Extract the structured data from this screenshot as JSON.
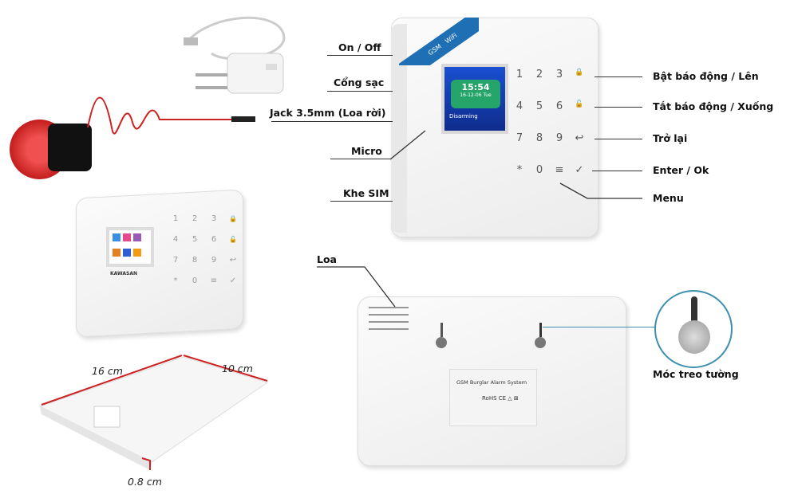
{
  "front_labels_left": {
    "on_off": "On / Off",
    "charging_port": "Cổng sạc",
    "jack": "Jack 3.5mm (Loa rời)",
    "micro": "Micro",
    "sim_slot": "Khe SIM"
  },
  "front_labels_right": {
    "arm": "Bật báo động / Lên",
    "disarm": "Tắt báo động / Xuống",
    "back": "Trở lại",
    "enter": "Enter / Ok",
    "menu": "Menu"
  },
  "screen": {
    "time": "15:54",
    "date": "16-12-06  Tue",
    "status": "Disarming"
  },
  "banner": {
    "gsm": "GSM",
    "wifi": "WiFi"
  },
  "keypad": [
    "1",
    "2",
    "3",
    "🔒",
    "4",
    "5",
    "6",
    "🔓",
    "7",
    "8",
    "9",
    "↩",
    "*",
    "0",
    "≡",
    "✓"
  ],
  "back_labels": {
    "speaker": "Loa",
    "wall_hook": "Móc treo tường"
  },
  "back_sticker": {
    "title": "GSM Burglar Alarm System",
    "marks": "RoHS  CE  △  ⊠"
  },
  "small_device": {
    "brand": "KAWASAN"
  },
  "dimensions": {
    "length": "16 cm",
    "width": "10 cm",
    "thickness": "0.8 cm"
  },
  "colors": {
    "banner": "#1f6fb5",
    "screen": "#1a4fd0",
    "siren": "#d42a2a",
    "hook_circle": "#3d8fb0"
  }
}
